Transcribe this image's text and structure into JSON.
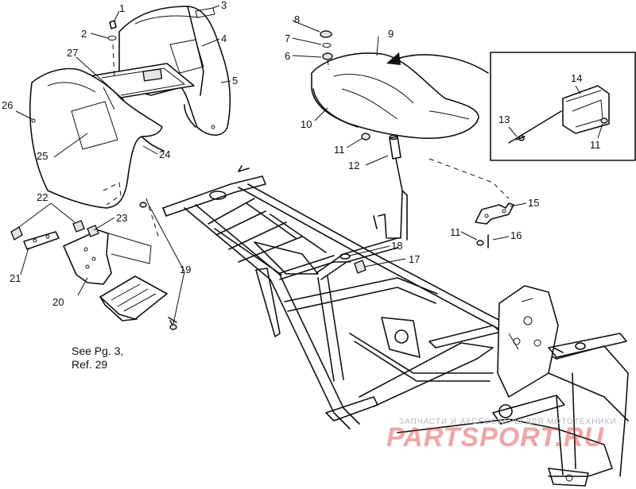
{
  "callouts": [
    {
      "label": "1"
    },
    {
      "label": "2"
    },
    {
      "label": "3"
    },
    {
      "label": "4"
    },
    {
      "label": "5"
    },
    {
      "label": "6"
    },
    {
      "label": "7"
    },
    {
      "label": "8"
    },
    {
      "label": "9"
    },
    {
      "label": "10"
    },
    {
      "label": "11"
    },
    {
      "label": "12"
    },
    {
      "label": "13"
    },
    {
      "label": "14"
    },
    {
      "label": "11"
    },
    {
      "label": "15"
    },
    {
      "label": "11"
    },
    {
      "label": "16"
    },
    {
      "label": "17"
    },
    {
      "label": "18"
    },
    {
      "label": "19"
    },
    {
      "label": "20"
    },
    {
      "label": "21"
    },
    {
      "label": "22"
    },
    {
      "label": "23"
    },
    {
      "label": "24"
    },
    {
      "label": "25"
    },
    {
      "label": "26"
    },
    {
      "label": "27"
    }
  ],
  "reference_note": {
    "line1": "See Pg. 3,",
    "line2": "Ref. 29"
  },
  "watermark": {
    "caption": "ЗАПЧАСТИ И АКСЕССУАРЫ ДЛЯ МОТОТЕХНИКИ",
    "brand": "PARTSPORT.RU",
    "brand_color": "#e22828"
  }
}
